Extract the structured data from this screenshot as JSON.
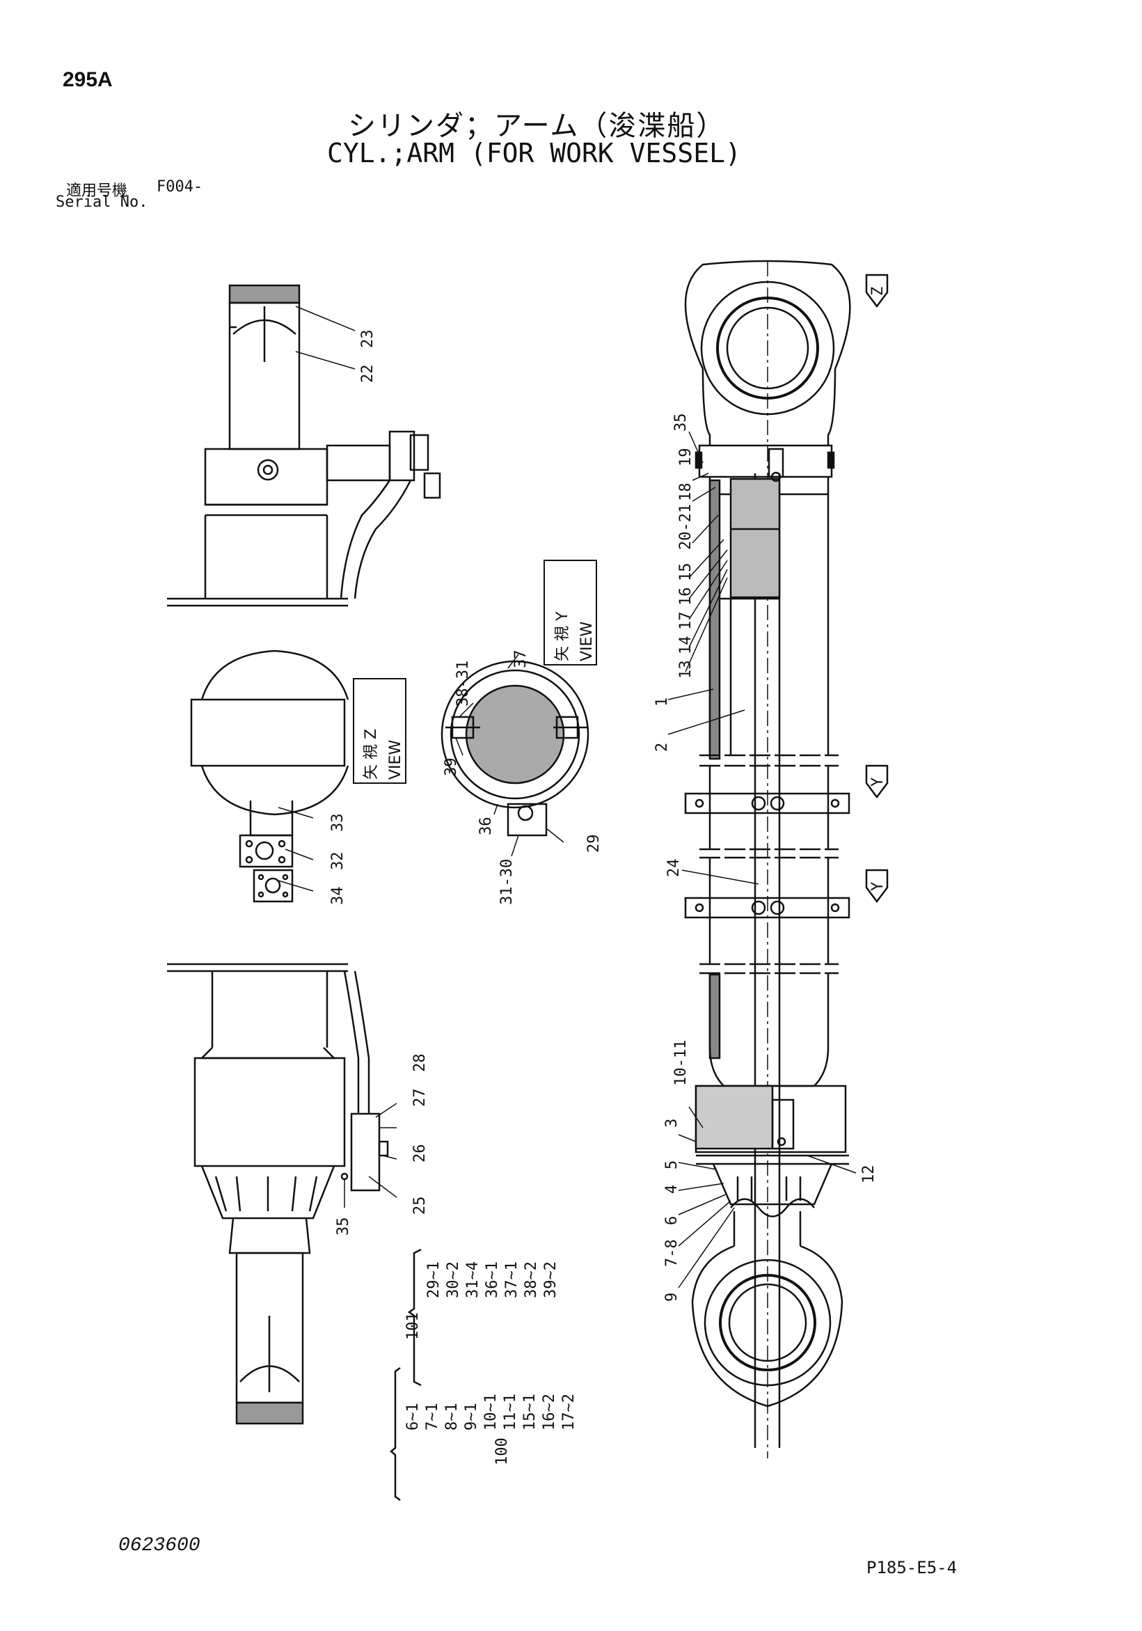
{
  "header": {
    "page_number": "295A",
    "title_jp": "シリンダ；アーム（浚渫船）",
    "title_en": "CYL.;ARM (FOR WORK VESSEL)",
    "serial_label_jp": "適用号機",
    "serial_value": "F004-",
    "serial_label_en": "Serial No."
  },
  "views": {
    "view_y": {
      "jp": "矢 視 Y",
      "en": "VIEW"
    },
    "view_z": {
      "jp": "矢 視 Z",
      "en": "VIEW"
    },
    "arrow_z": "Z",
    "arrow_y": "Y"
  },
  "part_labels": {
    "p35a": "35",
    "p19": "19",
    "p18": "18",
    "p2021": "20-21",
    "p15": "15",
    "p16": "16",
    "p17": "17",
    "p14": "14",
    "p13": "13",
    "p1": "1",
    "p2": "2",
    "p24": "24",
    "p1011": "10-11",
    "p3": "3",
    "p5": "5",
    "p4": "4",
    "p6": "6",
    "p78": "7-8",
    "p9": "9",
    "p12": "12",
    "p23": "23",
    "p22": "22",
    "p37": "37",
    "p3831": "38-31",
    "p39": "39",
    "p36": "36",
    "p29": "29",
    "p3130": "31-30",
    "p33": "33",
    "p32": "32",
    "p34": "34",
    "p28": "28",
    "p27": "27",
    "p26": "26",
    "p25": "25",
    "p35b": "35"
  },
  "kits": {
    "kit101": {
      "label": "101",
      "items": [
        "29~1",
        "30~2",
        "31~4",
        "36~1",
        "37~1",
        "38~2",
        "39~2"
      ]
    },
    "kit100": {
      "label": "100",
      "items": [
        "6~1",
        "7~1",
        "8~1",
        "9~1",
        "10~1",
        "11~1",
        "15~1",
        "16~2",
        "17~2"
      ]
    }
  },
  "footer": {
    "document_number": "0623600",
    "page_code": "P185-E5-4"
  }
}
